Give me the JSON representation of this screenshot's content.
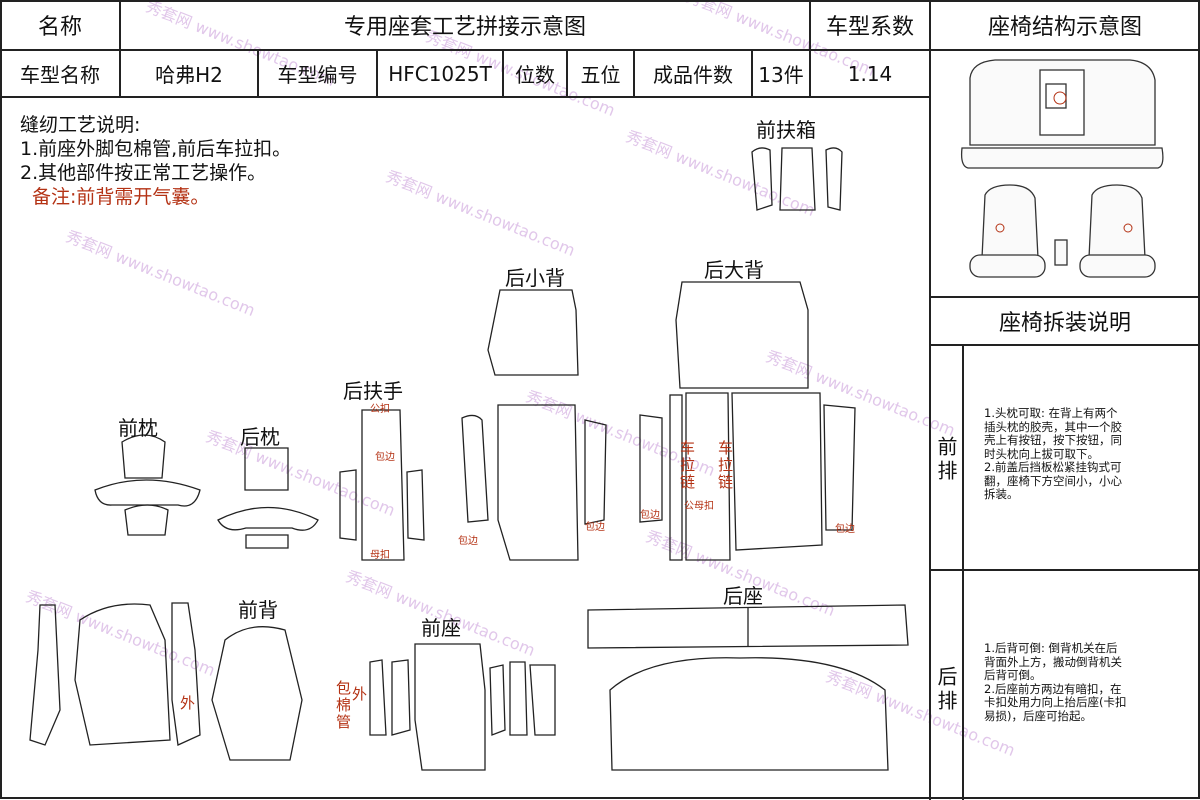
{
  "header": {
    "name_label": "名称",
    "title": "专用座套工艺拼接示意图",
    "coeff_label": "车型系数",
    "structure_title": "座椅结构示意图",
    "model_name_label": "车型名称",
    "model_name": "哈弗H2",
    "model_no_label": "车型编号",
    "model_no": "HFC1025T",
    "seats_label": "位数",
    "seats": "五位",
    "pieces_label": "成品件数",
    "pieces": "13件",
    "coeff_value": "1.14"
  },
  "notes": {
    "title": "缝纫工艺说明:",
    "line1": "1.前座外脚包棉管,前后车拉扣。",
    "line2": "2.其他部件按正常工艺操作。",
    "remark": "备注:前背需开气囊。"
  },
  "parts": {
    "front_armrest_box": "前扶箱",
    "rear_small_back": "后小背",
    "rear_big_back": "后大背",
    "rear_armrest": "后扶手",
    "front_headrest": "前枕",
    "rear_headrest": "后枕",
    "front_back": "前背",
    "front_seat": "前座",
    "rear_seat": "后座"
  },
  "tags": {
    "female_buckle": "公扣",
    "mother_buckle": "母扣",
    "mother": "母扣",
    "edge": "包边",
    "outer": "外",
    "car_zip": "车拉链",
    "cotton_tube": "包棉管",
    "public_female": "公母扣"
  },
  "disassembly": {
    "title": "座椅拆装说明",
    "front_label": "前排",
    "front_text": [
      "1.头枕可取: 在背上有两个",
      "插头枕的胶壳，其中一个胶",
      "壳上有按钮，按下按钮，同",
      "时头枕向上拔可取下。",
      "2.前盖后挡板松紧挂钩式可",
      "翻，座椅下方空间小，小心",
      "拆装。"
    ],
    "rear_label": "后排",
    "rear_text": [
      "1.后背可倒: 倒背机关在后",
      "背面外上方，搬动倒背机关",
      "后背可倒。",
      "2.后座前方两边有暗扣，在",
      "卡扣处用力向上抬后座(卡扣",
      "易损)，后座可抬起。"
    ]
  },
  "watermark": {
    "site": "www.showtao.com",
    "brand": "秀套网"
  },
  "colors": {
    "border": "#222222",
    "accent_red": "#b43214",
    "watermark": "#d7b5e3"
  }
}
